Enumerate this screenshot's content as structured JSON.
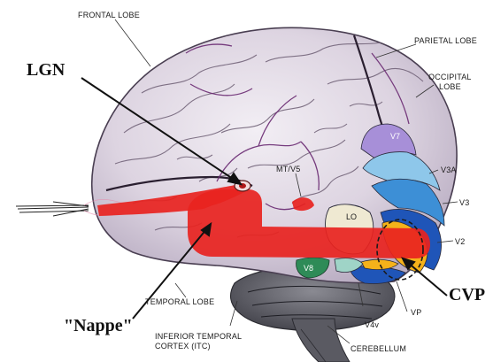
{
  "diagram": {
    "lobes": {
      "frontal": "FRONTAL LOBE",
      "parietal": "PARIETAL LOBE",
      "occipital_line1": "OCCIPITAL",
      "occipital_line2": "LOBE",
      "temporal": "TEMPORAL LOBE",
      "itc_line1": "INFERIOR TEMPORAL",
      "itc_line2": "CORTEX (ITC)",
      "cerebellum": "CEREBELLUM"
    },
    "visual_areas": {
      "v7": "V7",
      "v3a": "V3A",
      "v3": "V3",
      "v2": "V2",
      "lo": "LO",
      "v8": "V8",
      "vp": "VP",
      "v4v": "V4v",
      "mt": "MT/V5"
    },
    "callouts": {
      "lgn": "LGN",
      "nappe": "\"Nappe\"",
      "cvp": "CVP"
    },
    "colors": {
      "pathway_red": "#e8231f",
      "v7": "#a78fd8",
      "v3a": "#8ec7ea",
      "v3": "#3d8fd6",
      "v2": "#1f55b8",
      "v1": "#f5b21a",
      "v8": "#2e8b57",
      "v4v": "#9fd4c7"
    }
  }
}
